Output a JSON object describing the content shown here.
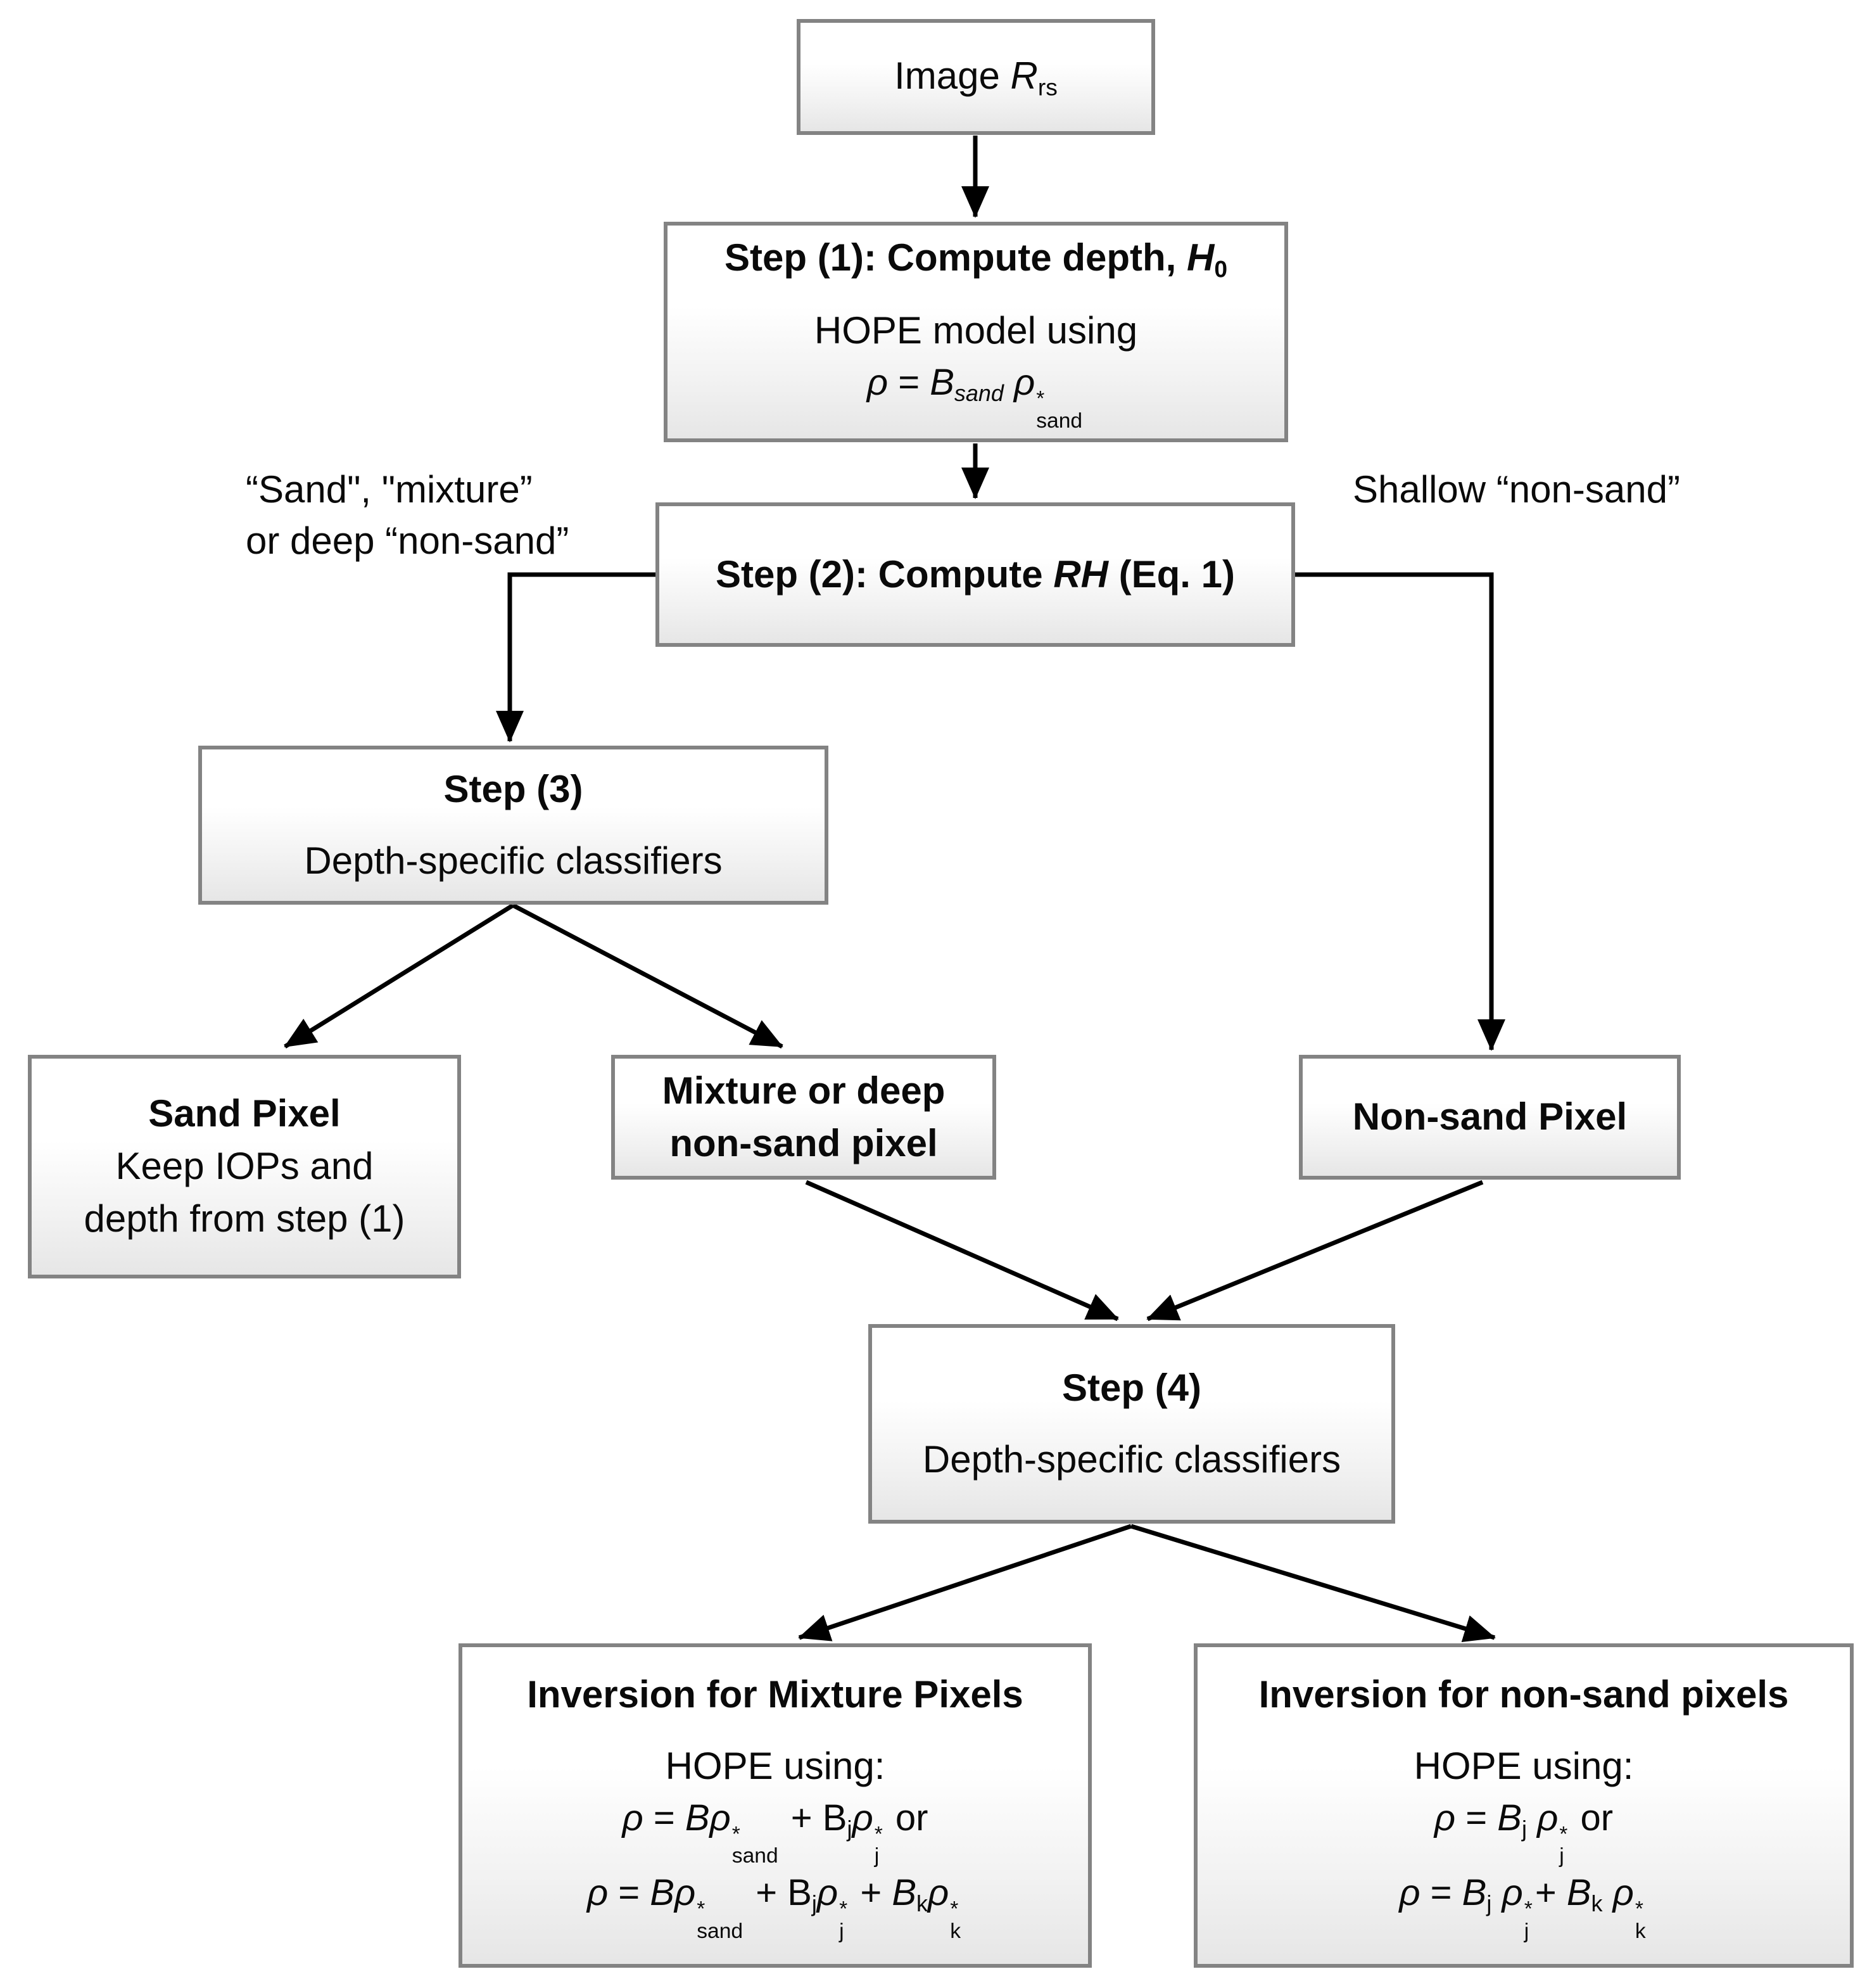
{
  "diagram": {
    "boxes": {
      "image_rrs": {
        "label_html": "Image <i>R</i><sub>rs</sub>"
      },
      "step1": {
        "title_html": "Step (1): Compute depth, <i>H</i><sub>0</sub>",
        "line2": "HOPE model using",
        "formula_html": "<i>ρ</i> = <i>B</i><sub><i>sand</i></sub> <i>ρ</i><span class=\"ss\"><span class=\"t\">*</span><span class=\"b\">sand</span></span>"
      },
      "step2": {
        "title_html": "Step (2): Compute <i>RH</i> (Eq. 1)"
      },
      "step3": {
        "title": "Step (3)",
        "subtitle": "Depth-specific classifiers"
      },
      "sand_pixel": {
        "title": "Sand Pixel",
        "line2": "Keep IOPs and",
        "line3": "depth from step (1)"
      },
      "mixture_pixel": {
        "line1": "Mixture or deep",
        "line2": "non-sand pixel"
      },
      "nonsand_pixel": {
        "title": "Non-sand Pixel"
      },
      "step4": {
        "title": "Step (4)",
        "subtitle": "Depth-specific classifiers"
      },
      "inv_mixture": {
        "title": "Inversion for Mixture Pixels",
        "line2": "HOPE using:",
        "formula1_html": "<i>ρ</i> = <i>Bρ</i><span class=\"ss\"><span class=\"t\">*</span><span class=\"b\">sand</span></span> + B<sub>j</sub><i>ρ</i><span class=\"ss\"><span class=\"t\">*</span><span class=\"b\">j</span></span> or",
        "formula2_html": "<i>ρ</i> = <i>Bρ</i><span class=\"ss\"><span class=\"t\">*</span><span class=\"b\">sand</span></span> + B<sub>j</sub><i>ρ</i><span class=\"ss\"><span class=\"t\">*</span><span class=\"b\">j</span></span> + <i>B</i><sub>k</sub><i>ρ</i><span class=\"ss\"><span class=\"t\">*</span><span class=\"b\">k</span></span>"
      },
      "inv_nonsand": {
        "title": "Inversion for non-sand pixels",
        "line2": "HOPE using:",
        "formula1_html": "<i>ρ</i> = <i>B</i><sub>j</sub> <i>ρ</i><span class=\"ss\"><span class=\"t\">*</span><span class=\"b\">j</span></span> or",
        "formula2_html": "<i>ρ</i> = <i>B</i><sub>j</sub> <i>ρ</i><span class=\"ss\"><span class=\"t\">*</span><span class=\"b\">j</span></span>+ <i>B</i><sub>k</sub> <i>ρ</i><span class=\"ss\"><span class=\"t\">*</span><span class=\"b\">k</span></span>"
      }
    },
    "labels": {
      "left_branch_line1": "“Sand\", \"mixture”",
      "left_branch_line2": "or deep “non-sand”",
      "right_branch": "Shallow “non-sand”"
    },
    "colors": {
      "box_border": "#838383",
      "box_fill_top": "#ffffff",
      "box_fill_bottom": "#e6e6e6",
      "arrow": "#000000",
      "text": "#0a0a0a"
    }
  }
}
